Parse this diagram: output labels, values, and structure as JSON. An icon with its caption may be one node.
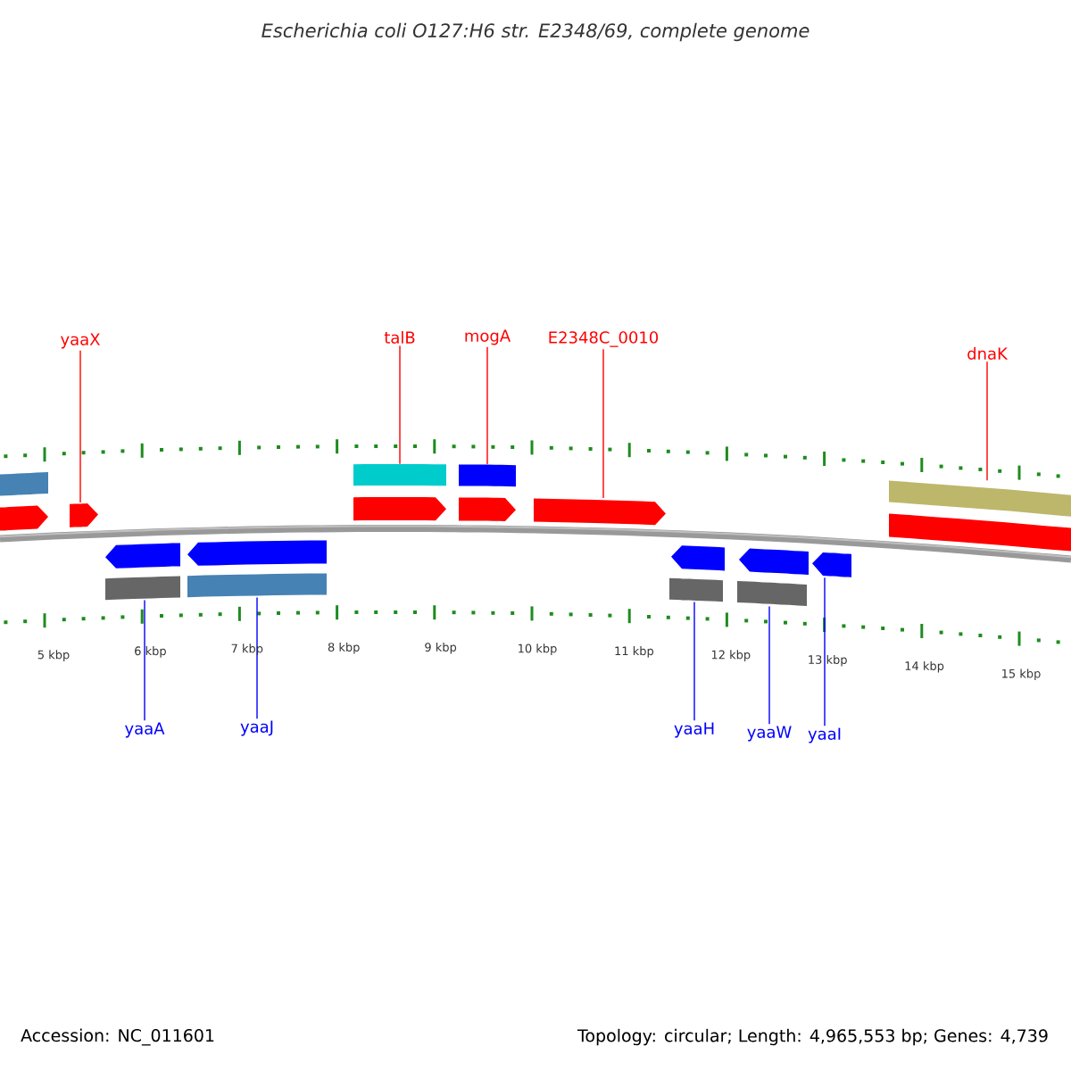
{
  "diagram": {
    "title": "Escherichia coli O127:H6 str. E2348/69, complete genome",
    "nodes": [
      {
        "text": [
          "yaaX"
        ]
      },
      {
        "text": [
          "talB"
        ]
      },
      {
        "text": [
          "mogA"
        ]
      },
      {
        "text": [
          "E2348C_0010"
        ]
      },
      {
        "text": [
          "dnaK"
        ]
      },
      {
        "text": [
          "yaaA"
        ]
      },
      {
        "text": [
          "yaaJ"
        ]
      },
      {
        "text": [
          "yaaH"
        ]
      },
      {
        "text": [
          "yaaW"
        ]
      },
      {
        "text": [
          "yaaI"
        ]
      },
      {
        "text": [],
        "shape": "arrow"
      },
      {
        "text": [],
        "shape": "bar"
      },
      {
        "text": [],
        "shape": "bar"
      },
      {
        "text": [],
        "shape": "arrow"
      },
      {
        "text": [],
        "shape": "bar"
      },
      {
        "text": [],
        "shape": "bar"
      },
      {
        "text": [],
        "shape": "bar"
      },
      {
        "text": [],
        "shape": "bar"
      },
      {
        "text": [],
        "shape": "bar"
      },
      {
        "text": [],
        "shape": "arrow"
      }
    ],
    "edges": [
      {
        "from": 0,
        "to": 10,
        "arrow": "none",
        "color": "#ff0000"
      },
      {
        "from": 1,
        "to": 11,
        "arrow": "none",
        "color": "#ff0000"
      },
      {
        "from": 2,
        "to": 12,
        "arrow": "none",
        "color": "#ff0000"
      },
      {
        "from": 3,
        "to": 13,
        "arrow": "none",
        "color": "#ff0000"
      },
      {
        "from": 4,
        "to": 14,
        "arrow": "none",
        "color": "#ff0000"
      },
      {
        "from": 5,
        "to": 15,
        "arrow": "none",
        "color": "#0000ff"
      },
      {
        "from": 6,
        "to": 16,
        "arrow": "none",
        "color": "#0000ff"
      },
      {
        "from": 7,
        "to": 17,
        "arrow": "none",
        "color": "#0000ff"
      },
      {
        "from": 8,
        "to": 18,
        "arrow": "none",
        "color": "#0000ff"
      },
      {
        "from": 9,
        "to": 19,
        "arrow": "none",
        "color": "#0000ff"
      }
    ],
    "labels": [
      "5 kbp",
      "6 kbp",
      "7 kbp",
      "8 kbp",
      "9 kbp",
      "10 kbp",
      "11 kbp",
      "12 kbp",
      "13 kbp",
      "14 kbp",
      "15 kbp",
      "Accession: NC_011601",
      "Topology: circular; Length: 4,965,553 bp; Genes: 4,739"
    ]
  }
}
